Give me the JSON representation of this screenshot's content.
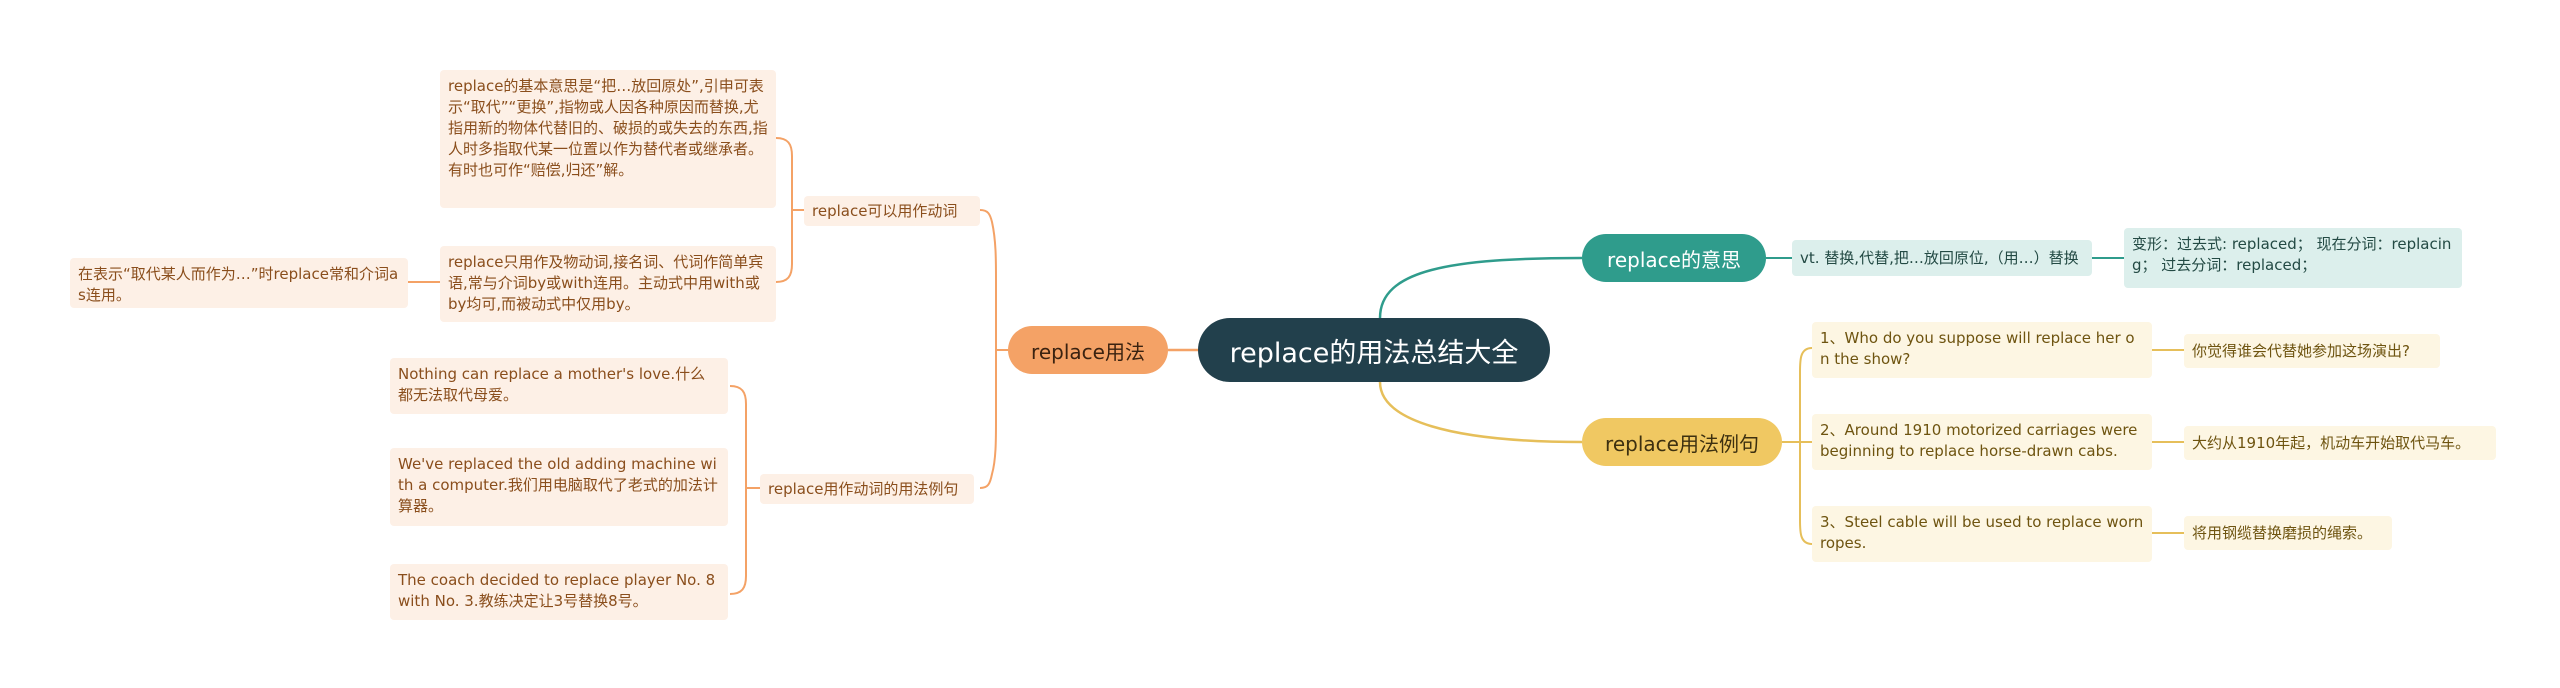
{
  "root": {
    "title": "replace的用法总结大全"
  },
  "meaning": {
    "label": "replace的意思",
    "definition": "vt. 替换,代替,把…放回原位,（用…）替换",
    "forms": "变形：过去式: replaced； 现在分词：replacing； 过去分词：replaced；"
  },
  "examples": {
    "label": "replace用法例句",
    "items": [
      {
        "en": "1、Who do you suppose will replace her on the show?",
        "zh": "你觉得谁会代替她参加这场演出?"
      },
      {
        "en": "2、Around 1910 motorized carriages were beginning to replace horse-drawn cabs.",
        "zh": "大约从1910年起，机动车开始取代马车。"
      },
      {
        "en": "3、Steel cable will be used to replace worn ropes.",
        "zh": "将用钢缆替换磨损的绳索。"
      }
    ]
  },
  "usage": {
    "label": "replace用法",
    "verb": {
      "label": "replace可以用作动词",
      "notes": [
        "replace的基本意思是“把…放回原处”,引申可表示“取代”“更换”,指物或人因各种原因而替换,尤指用新的物体代替旧的、破损的或失去的东西,指人时多指取代某一位置以作为替代者或继承者。有时也可作“赔偿,归还”解。",
        "replace只用作及物动词,接名词、代词作简单宾语,常与介词by或with连用。主动式中用with或by均可,而被动式中仅用by。"
      ],
      "side_note": "在表示“取代某人而作为…”时replace常和介词as连用。"
    },
    "verb_examples": {
      "label": "replace用作动词的用法例句",
      "items": [
        "Nothing can replace a mother's love.什么都无法取代母爱。",
        "We've replaced the old adding machine with a computer.我们用电脑取代了老式的加法计算器。",
        "The coach decided to replace player No. 8 with No. 3.教练决定让3号替换8号。"
      ]
    }
  },
  "colors": {
    "root": "#22404c",
    "teal": "#2f9c8c",
    "gold": "#f0c862",
    "orange": "#f4a266"
  }
}
